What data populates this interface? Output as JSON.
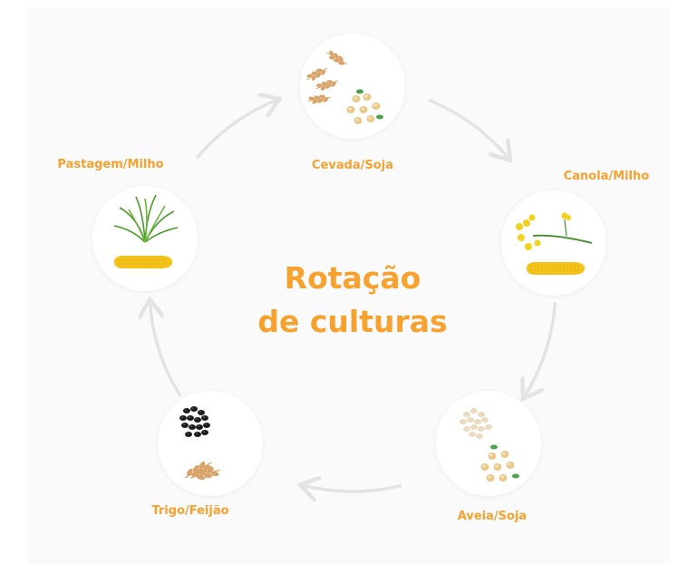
{
  "title": {
    "line1": "Rotação",
    "line2": "de culturas"
  },
  "stages": [
    {
      "label": "Cevada/Soja",
      "icon": "barley-soy-icon"
    },
    {
      "label": "Canola/Milho",
      "icon": "canola-corn-icon"
    },
    {
      "label": "Aveia/Soja",
      "icon": "oat-soy-icon"
    },
    {
      "label": "Trigo/Feijão",
      "icon": "wheat-bean-icon"
    },
    {
      "label": "Pastagem/Milho",
      "icon": "pasture-corn-icon"
    }
  ],
  "colors": {
    "accent": "#f7a12f",
    "arrow": "#e3e3e3",
    "panel": "#fafafa"
  }
}
